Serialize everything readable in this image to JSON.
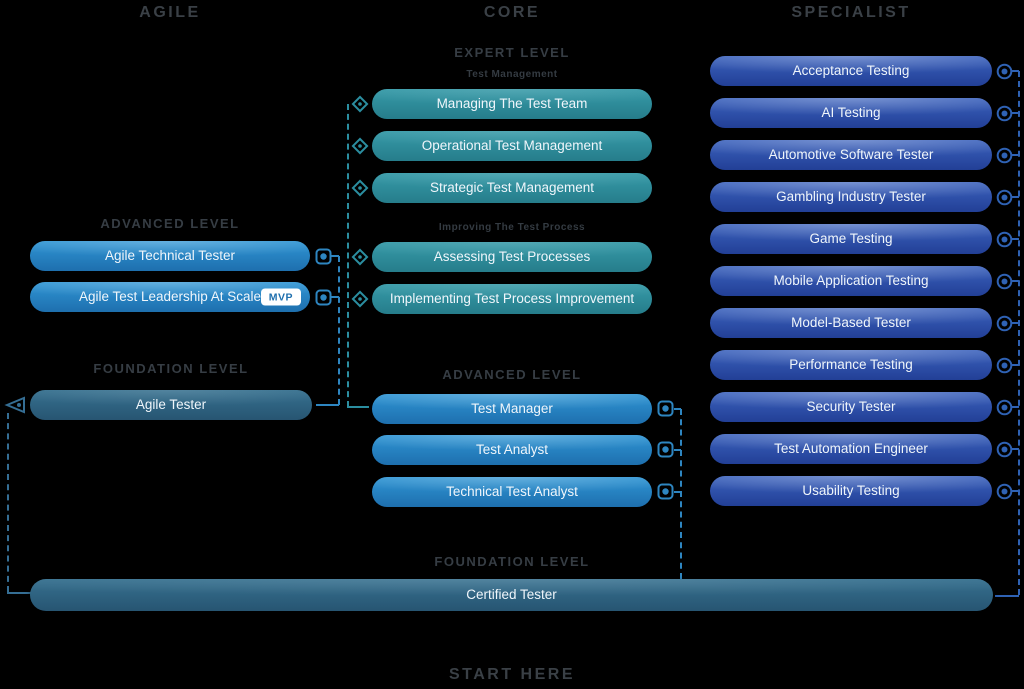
{
  "headers": {
    "agile": "AGILE",
    "core": "CORE",
    "specialist": "SPECIALIST"
  },
  "agile": {
    "advanced_label": "ADVANCED LEVEL",
    "advanced": [
      {
        "label": "Agile Technical Tester",
        "badge": ""
      },
      {
        "label": "Agile Test Leadership At Scale",
        "badge": "MVP"
      }
    ],
    "foundation_label": "FOUNDATION LEVEL",
    "foundation": [
      {
        "label": "Agile Tester"
      }
    ]
  },
  "core": {
    "expert_label": "EXPERT LEVEL",
    "expert_groups": [
      {
        "title": "Test Management",
        "items": [
          "Managing The Test Team",
          "Operational Test Management",
          "Strategic Test Management"
        ]
      },
      {
        "title": "Improving The Test Process",
        "items": [
          "Assessing Test Processes",
          "Implementing Test Process Improvement"
        ]
      }
    ],
    "advanced_label": "ADVANCED LEVEL",
    "advanced": [
      "Test Manager",
      "Test Analyst",
      "Technical Test Analyst"
    ],
    "foundation_label": "FOUNDATION LEVEL",
    "foundation": "Certified Tester"
  },
  "specialist": {
    "items": [
      "Acceptance Testing",
      "AI Testing",
      "Automotive Software Tester",
      "Gambling Industry Tester",
      "Game Testing",
      "Mobile Application Testing",
      "Model-Based Tester",
      "Performance Testing",
      "Security Tester",
      "Test Automation Engineer",
      "Usability Testing"
    ]
  },
  "footer": {
    "start_here": "START HERE"
  },
  "icons": {
    "advanced_connector": "target-icon",
    "expert_connector": "diamond-icon",
    "specialist_connector": "ring-icon",
    "foundation_connector": "triangle-icon"
  },
  "colors": {
    "pill_blue": "#2f95d4",
    "pill_teal": "#2f919f",
    "pill_royal": "#2c4da3",
    "pill_steel": "#31688c",
    "line_blue": "#2e86c1",
    "line_teal": "#2b8ea0",
    "line_royal": "#2f62b4",
    "heading_text": "#3a4046",
    "pill_text": "#f0f6fb",
    "badge_bg": "#ffffff"
  }
}
